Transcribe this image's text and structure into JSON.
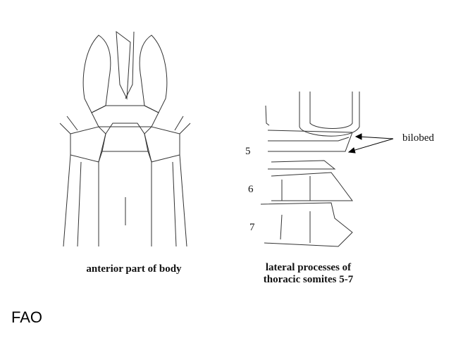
{
  "figures": {
    "anterior": {
      "caption": "anterior part of body"
    },
    "lateral": {
      "caption_line1": "lateral processes of",
      "caption_line2": "thoracic somites  5-7",
      "somite_labels": [
        "5",
        "6",
        "7"
      ],
      "annotation": "bilobed"
    }
  },
  "logo": "FAO"
}
